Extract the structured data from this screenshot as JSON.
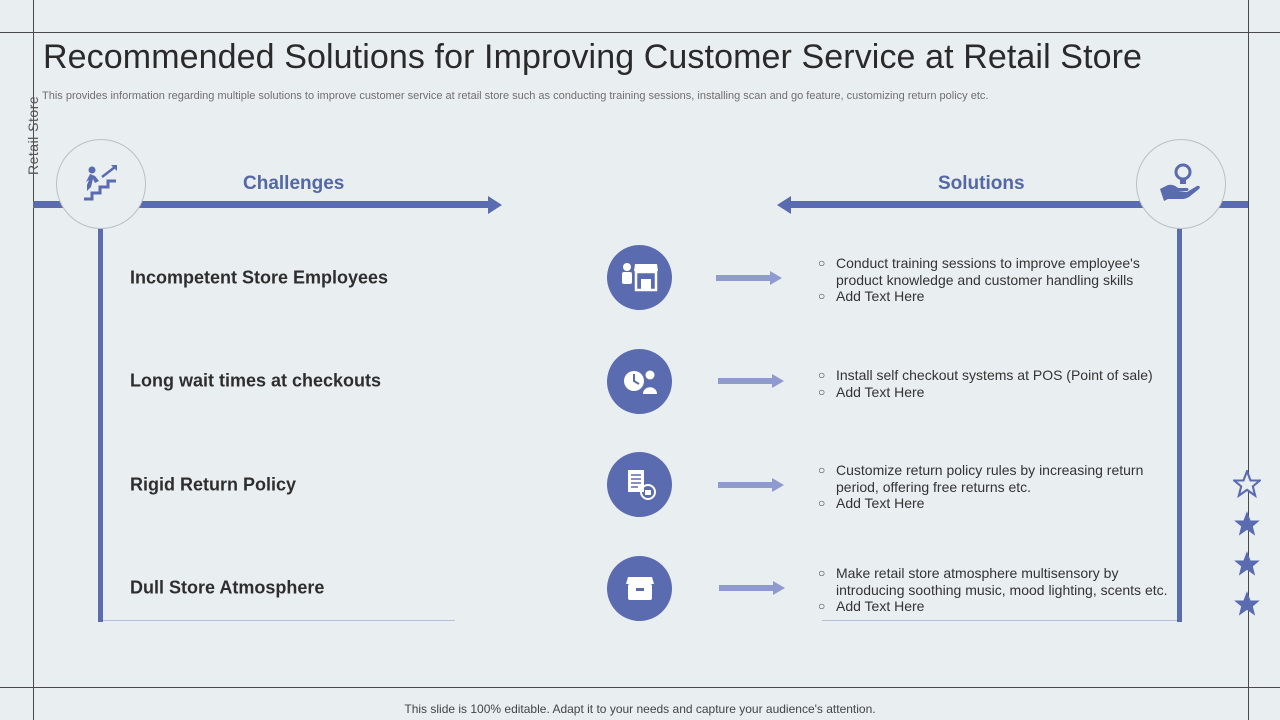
{
  "slide": {
    "title": "Recommended Solutions for Improving Customer Service at Retail Store",
    "subtitle": "This provides information regarding multiple solutions to improve customer service at retail store such as conducting training sessions, installing scan and go feature, customizing return policy etc.",
    "side_label": "Retail Store",
    "footer": "This slide is 100% editable. Adapt it to your needs and capture your audience's attention."
  },
  "colors": {
    "accent": "#5b6bb0",
    "accent_light": "#8f9bd0",
    "background": "#e9eef0"
  },
  "challenges_header": {
    "label": "Challenges",
    "icon": "growth-stairs-icon"
  },
  "solutions_header": {
    "label": "Solutions",
    "icon": "idea-hand-icon"
  },
  "rows": [
    {
      "challenge": "Incompetent Store Employees",
      "icon": "store-employees-icon",
      "solutions": [
        "Conduct training sessions to improve employee's product knowledge and customer handling skills",
        "Add Text Here"
      ]
    },
    {
      "challenge": "Long wait times at checkouts",
      "icon": "clock-person-icon",
      "solutions": [
        "Install self checkout systems at POS (Point of sale)",
        "Add Text Here"
      ]
    },
    {
      "challenge": "Rigid Return Policy",
      "icon": "return-document-icon",
      "solutions": [
        "Customize return policy rules by increasing return period, offering free returns etc.",
        "Add Text Here"
      ]
    },
    {
      "challenge": "Dull Store Atmosphere",
      "icon": "store-front-icon",
      "solutions": [
        "Make retail store atmosphere multisensory by introducing soothing music, mood lighting, scents etc.",
        "Add Text Here"
      ]
    }
  ],
  "decor": {
    "stars": [
      "star-outline-icon",
      "star-icon",
      "star-icon",
      "star-icon"
    ]
  }
}
